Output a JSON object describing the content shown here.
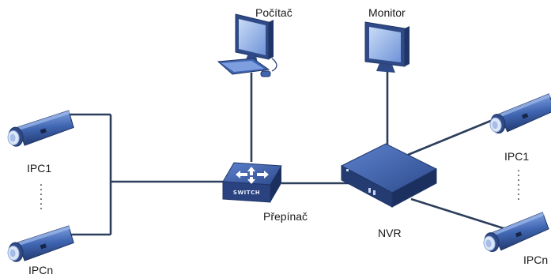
{
  "labels": {
    "computer": "Počítač",
    "monitor": "Monitor",
    "switch": "Přepínač",
    "nvr": "NVR",
    "left_ipc_first": "IPC1",
    "left_ipc_last": "IPCn",
    "right_ipc_first": "IPC1",
    "right_ipc_last": "IPCn",
    "switch_badge": "SWITCH"
  },
  "colors": {
    "link": "#2c3e5c",
    "device_dark": "#2f4a86",
    "device_mid": "#3f64b0",
    "device_light": "#6f93d8",
    "screen": "#8fb2e6"
  },
  "icons": {
    "computer": "desktop-computer-icon",
    "monitor": "monitor-icon",
    "switch": "network-switch-icon",
    "nvr": "nvr-recorder-icon",
    "camera": "ip-camera-icon"
  }
}
